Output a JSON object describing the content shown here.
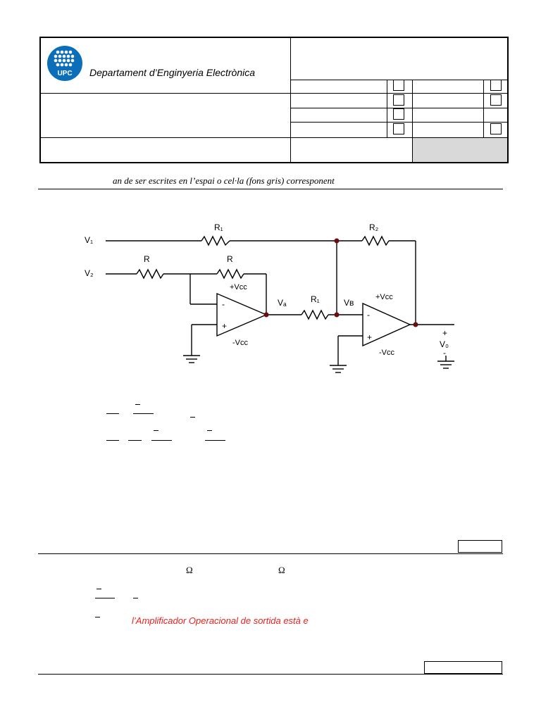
{
  "header": {
    "logo_text": "UPC",
    "department": "Departament d’Enginyeria Electrònica"
  },
  "instruction_note": "an de ser escrites en l’espai o cel·la (fons gris) corresponent",
  "circuit": {
    "labels": {
      "v1": "V₁",
      "v2": "V₂",
      "r1_top": "R₁",
      "r2": "R₂",
      "r_in": "R",
      "r_fb": "R",
      "r1_mid": "R₁",
      "va": "Vₐ",
      "vb": "Vʙ",
      "vcc_pos_1": "+Vᴄᴄ",
      "vcc_neg_1": "-Vᴄᴄ",
      "vcc_pos_2": "+Vᴄᴄ",
      "vcc_neg_2": "-Vᴄᴄ",
      "minus_1": "-",
      "plus_1": "+",
      "minus_2": "-",
      "plus_2": "+",
      "out_plus": "+",
      "v0": "V₀",
      "out_minus": "-"
    }
  },
  "section2": {
    "omega_1": "Ω",
    "omega_2": "Ω",
    "red_text": "l’Amplificador Operacional de sortida està e"
  }
}
